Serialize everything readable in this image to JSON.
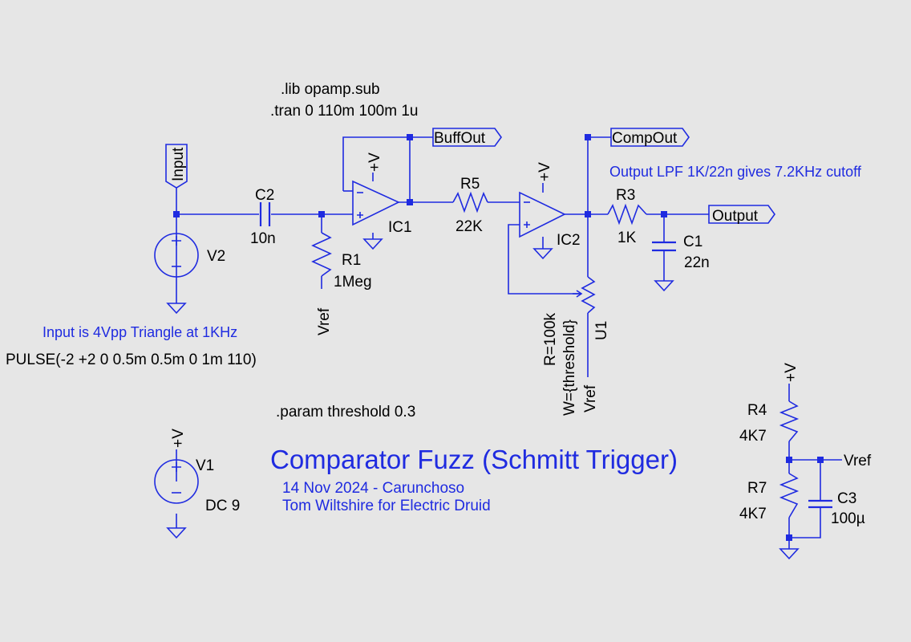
{
  "directives": {
    "lib": ".lib opamp.sub",
    "tran": ".tran 0 110m 100m 1u",
    "param": ".param threshold 0.3"
  },
  "title": {
    "main": "Comparator Fuzz (Schmitt Trigger)",
    "date_line": "14 Nov 2024 - Carunchoso",
    "author_line": "Tom Wiltshire for Electric Druid"
  },
  "notes": {
    "input_note": "Input is 4Vpp Triangle at 1KHz",
    "pulse": "PULSE(-2 +2 0 0.5m 0.5m 0 1m 110)",
    "lpf_note": "Output LPF 1K/22n gives 7.2KHz cutoff"
  },
  "net_labels": {
    "input": "Input",
    "buffout": "BuffOut",
    "compout": "CompOut",
    "output": "Output",
    "vref_r1": "Vref",
    "vref_u1": "Vref",
    "vref_div": "Vref",
    "pv_ic1": "+V",
    "pv_ic2": "+V",
    "pv_v1": "+V",
    "pv_r4": "+V"
  },
  "components": {
    "v2": {
      "name": "V2"
    },
    "v1": {
      "name": "V1",
      "value": "DC 9"
    },
    "c2": {
      "name": "C2",
      "value": "10n"
    },
    "r1": {
      "name": "R1",
      "value": "1Meg"
    },
    "ic1": {
      "name": "IC1"
    },
    "r5": {
      "name": "R5",
      "value": "22K"
    },
    "ic2": {
      "name": "IC2"
    },
    "u1": {
      "name": "U1",
      "r": "R=100k",
      "w": "W={threshold}"
    },
    "r3": {
      "name": "R3",
      "value": "1K"
    },
    "c1": {
      "name": "C1",
      "value": "22n"
    },
    "r4": {
      "name": "R4",
      "value": "4K7"
    },
    "r7": {
      "name": "R7",
      "value": "4K7"
    },
    "c3": {
      "name": "C3",
      "value": "100µ"
    }
  },
  "colors": {
    "wire": "#1f2be0",
    "background": "#e6e6e6",
    "text": "#000000"
  }
}
